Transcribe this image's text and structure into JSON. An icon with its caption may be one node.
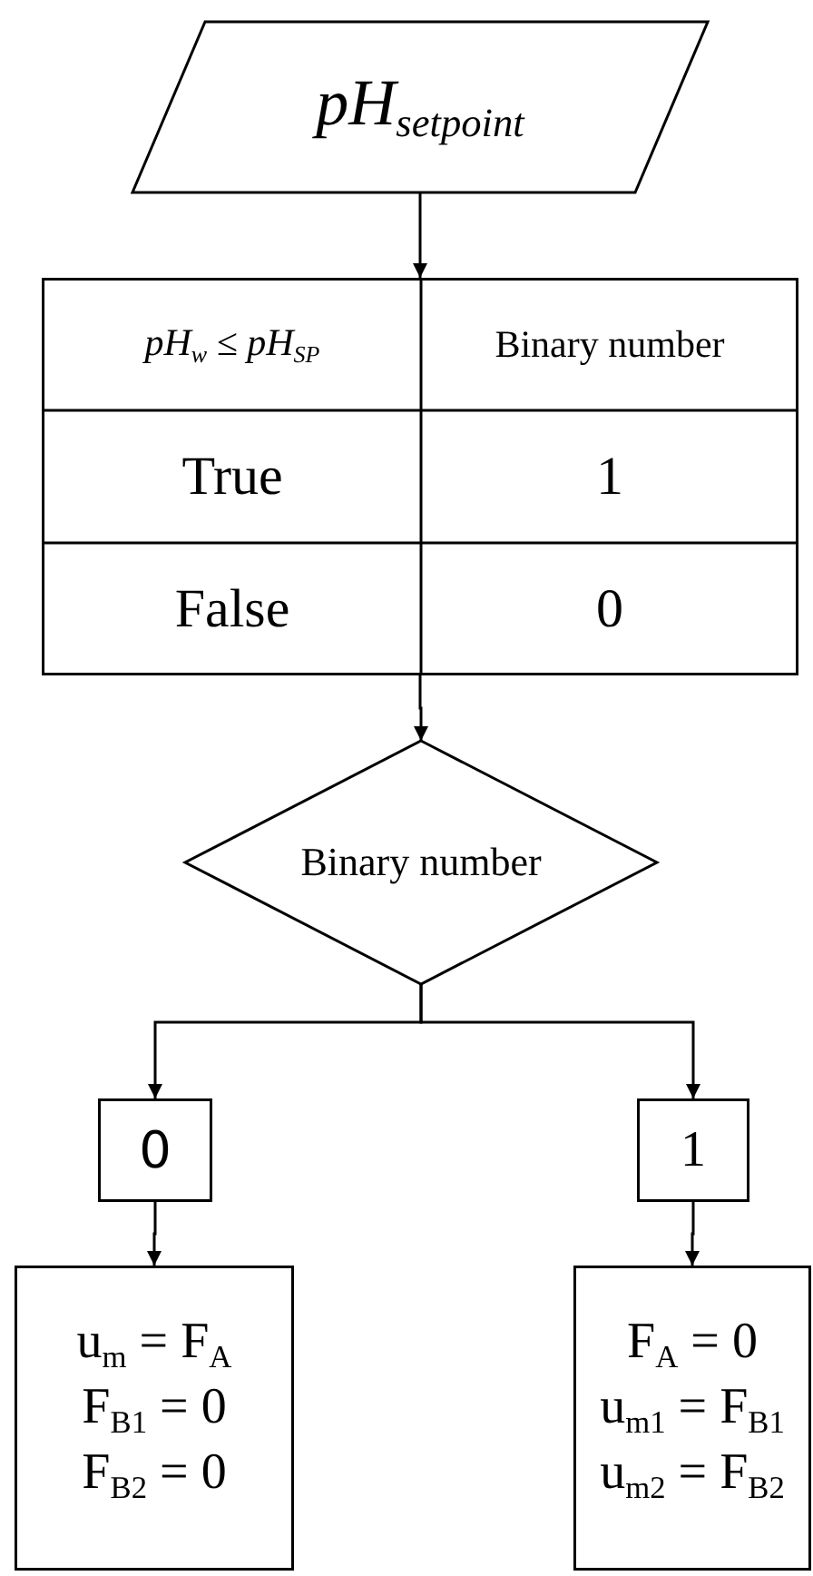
{
  "diagram": {
    "nodes": [
      {
        "text": [
          "pH$_{setpoint}$"
        ]
      },
      {
        "text": [
          "pH$_{w}$ ≤ pH$_{SP}$",
          "Binary number",
          "True",
          "1",
          "False",
          "0"
        ]
      },
      {
        "text": [
          "Binary number"
        ]
      },
      {
        "text": [
          "0"
        ]
      },
      {
        "text": [
          "1"
        ]
      },
      {
        "text": [
          "u$_{m}$ = F$_{A}$",
          "F$_{B1}$ = 0",
          "F$_{B2}$ = 0"
        ]
      },
      {
        "text": [
          "F$_{A}$ = 0",
          "u$_{m1}$ = F$_{B1}$",
          "u$_{m2}$ = F$_{B2}$"
        ]
      }
    ],
    "edges": [
      {
        "from": 0,
        "to": 1,
        "arrow": "to"
      },
      {
        "from": 1,
        "to": 2,
        "arrow": "to"
      },
      {
        "from": 2,
        "to": 3,
        "arrow": "to"
      },
      {
        "from": 2,
        "to": 4,
        "arrow": "to"
      },
      {
        "from": 3,
        "to": 5,
        "arrow": "to"
      },
      {
        "from": 4,
        "to": 6,
        "arrow": "to"
      }
    ]
  }
}
